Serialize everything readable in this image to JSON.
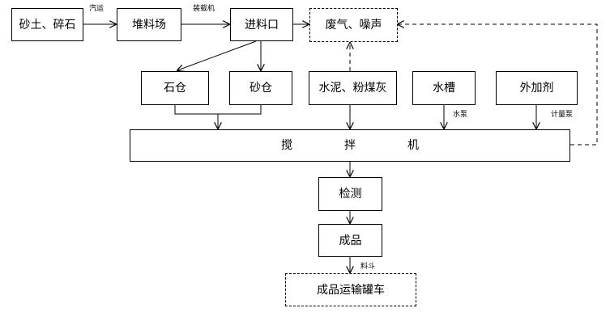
{
  "nodes": {
    "sand_stone": "砂土、碎石",
    "stockyard": "堆料场",
    "feed_inlet": "进料口",
    "waste": "废气、噪声",
    "stone_bin": "石仓",
    "sand_bin": "砂仓",
    "cement": "水泥、粉煤灰",
    "water_tank": "水槽",
    "additive": "外加剂",
    "mixer": [
      "搅",
      "拌",
      "机"
    ],
    "inspection": "检测",
    "product": "成品",
    "transport": "成品运输罐车"
  },
  "edge_labels": {
    "truck": "汽运",
    "loader": "装载机",
    "water_pump": "水泵",
    "metering_pump": "计量泵",
    "hopper": "料斗"
  }
}
